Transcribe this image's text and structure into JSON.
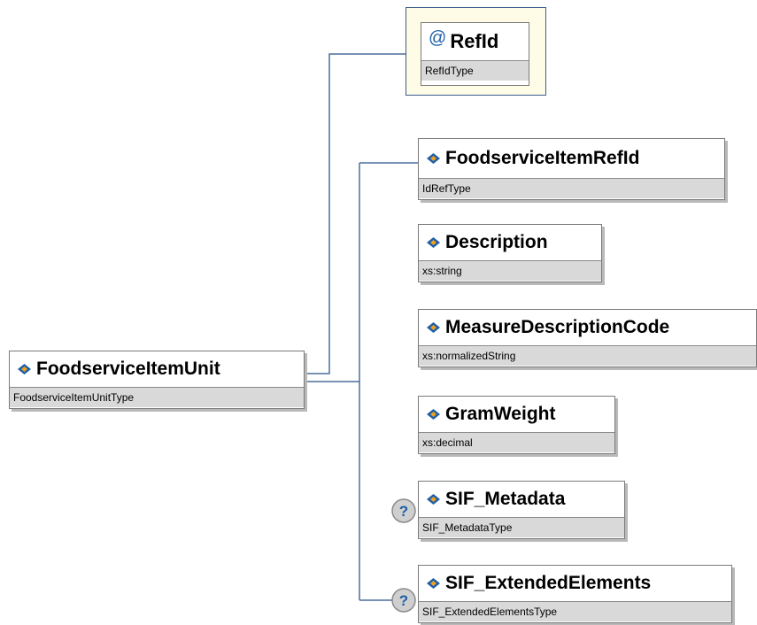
{
  "root": {
    "name": "FoodserviceItemUnit",
    "type": "FoodserviceItemUnitType"
  },
  "attribute": {
    "symbol": "@",
    "name": "RefId",
    "type": "RefIdType"
  },
  "elements": [
    {
      "name": "FoodserviceItemRefId",
      "type": "IdRefType",
      "optional": false
    },
    {
      "name": "Description",
      "type": "xs:string",
      "optional": false
    },
    {
      "name": "MeasureDescriptionCode",
      "type": "xs:normalizedString",
      "optional": false
    },
    {
      "name": "GramWeight",
      "type": "xs:decimal",
      "optional": false
    },
    {
      "name": "SIF_Metadata",
      "type": "SIF_MetadataType",
      "optional": true
    },
    {
      "name": "SIF_ExtendedElements",
      "type": "SIF_ExtendedElementsType",
      "optional": true
    }
  ],
  "optional_marker": "?",
  "icons": {
    "element": "element-diamond-icon",
    "attribute": "attribute-at-icon",
    "optional": "question-mark-icon"
  },
  "colors": {
    "connector": "#4a6f9c",
    "type_bar": "#d9d9d9",
    "attribute_bg": "#fefbe6",
    "icon_blue": "#1d5fa8",
    "icon_orange": "#f0a020"
  }
}
